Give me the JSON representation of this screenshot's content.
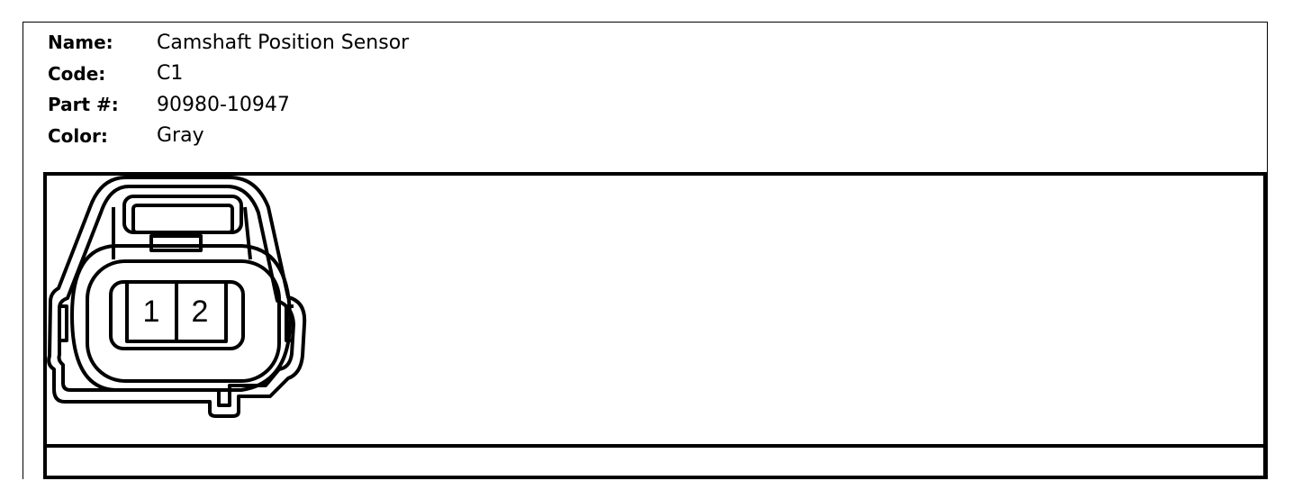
{
  "connector": {
    "name_label": "Name:",
    "name_value": "Camshaft Position Sensor",
    "code_label": "Code:",
    "code_value": "C1",
    "part_label": "Part #:",
    "part_value": "90980-10947",
    "color_label": "Color:",
    "color_value": "Gray"
  },
  "pins": {
    "pin1": "1",
    "pin2": "2"
  }
}
